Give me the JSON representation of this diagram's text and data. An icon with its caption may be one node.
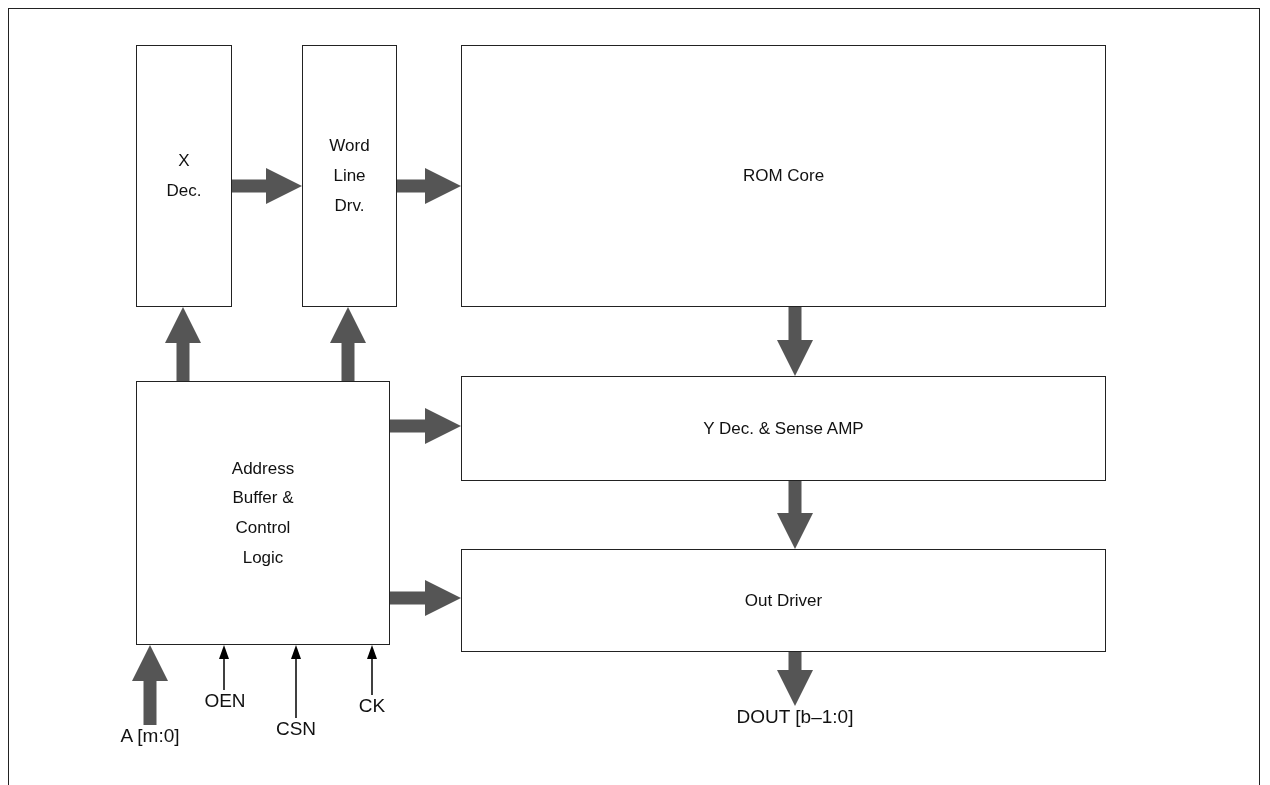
{
  "diagram": {
    "nodes": [
      {
        "text": [
          "X Dec."
        ]
      },
      {
        "text": [
          "Word Line Drv."
        ]
      },
      {
        "text": [
          "ROM Core"
        ]
      },
      {
        "text": [
          "Y Dec. & Sense AMP"
        ]
      },
      {
        "text": [
          "Out Driver"
        ]
      },
      {
        "text": [
          "Address Buffer & Control Logic"
        ]
      },
      {
        "text": [
          "A [m:0]"
        ]
      },
      {
        "text": [
          "OEN"
        ]
      },
      {
        "text": [
          "CSN"
        ]
      },
      {
        "text": [
          "CK"
        ]
      },
      {
        "text": [
          "DOUT [b–1:0]"
        ]
      }
    ],
    "edges": [
      {
        "from": 0,
        "to": 1,
        "arrow": "to"
      },
      {
        "from": 1,
        "to": 2,
        "arrow": "to"
      },
      {
        "from": 5,
        "to": 0,
        "arrow": "to"
      },
      {
        "from": 5,
        "to": 1,
        "arrow": "to"
      },
      {
        "from": 2,
        "to": 3,
        "arrow": "to"
      },
      {
        "from": 3,
        "to": 4,
        "arrow": "to"
      },
      {
        "from": 5,
        "to": 3,
        "arrow": "to"
      },
      {
        "from": 5,
        "to": 4,
        "arrow": "to"
      },
      {
        "from": 4,
        "to": 10,
        "arrow": "to"
      },
      {
        "from": 6,
        "to": 5,
        "arrow": "to"
      },
      {
        "from": 7,
        "to": 5,
        "arrow": "to",
        "color": "#000000"
      },
      {
        "from": 8,
        "to": 5,
        "arrow": "to",
        "color": "#000000"
      },
      {
        "from": 9,
        "to": 5,
        "arrow": "to",
        "color": "#000000"
      }
    ]
  }
}
